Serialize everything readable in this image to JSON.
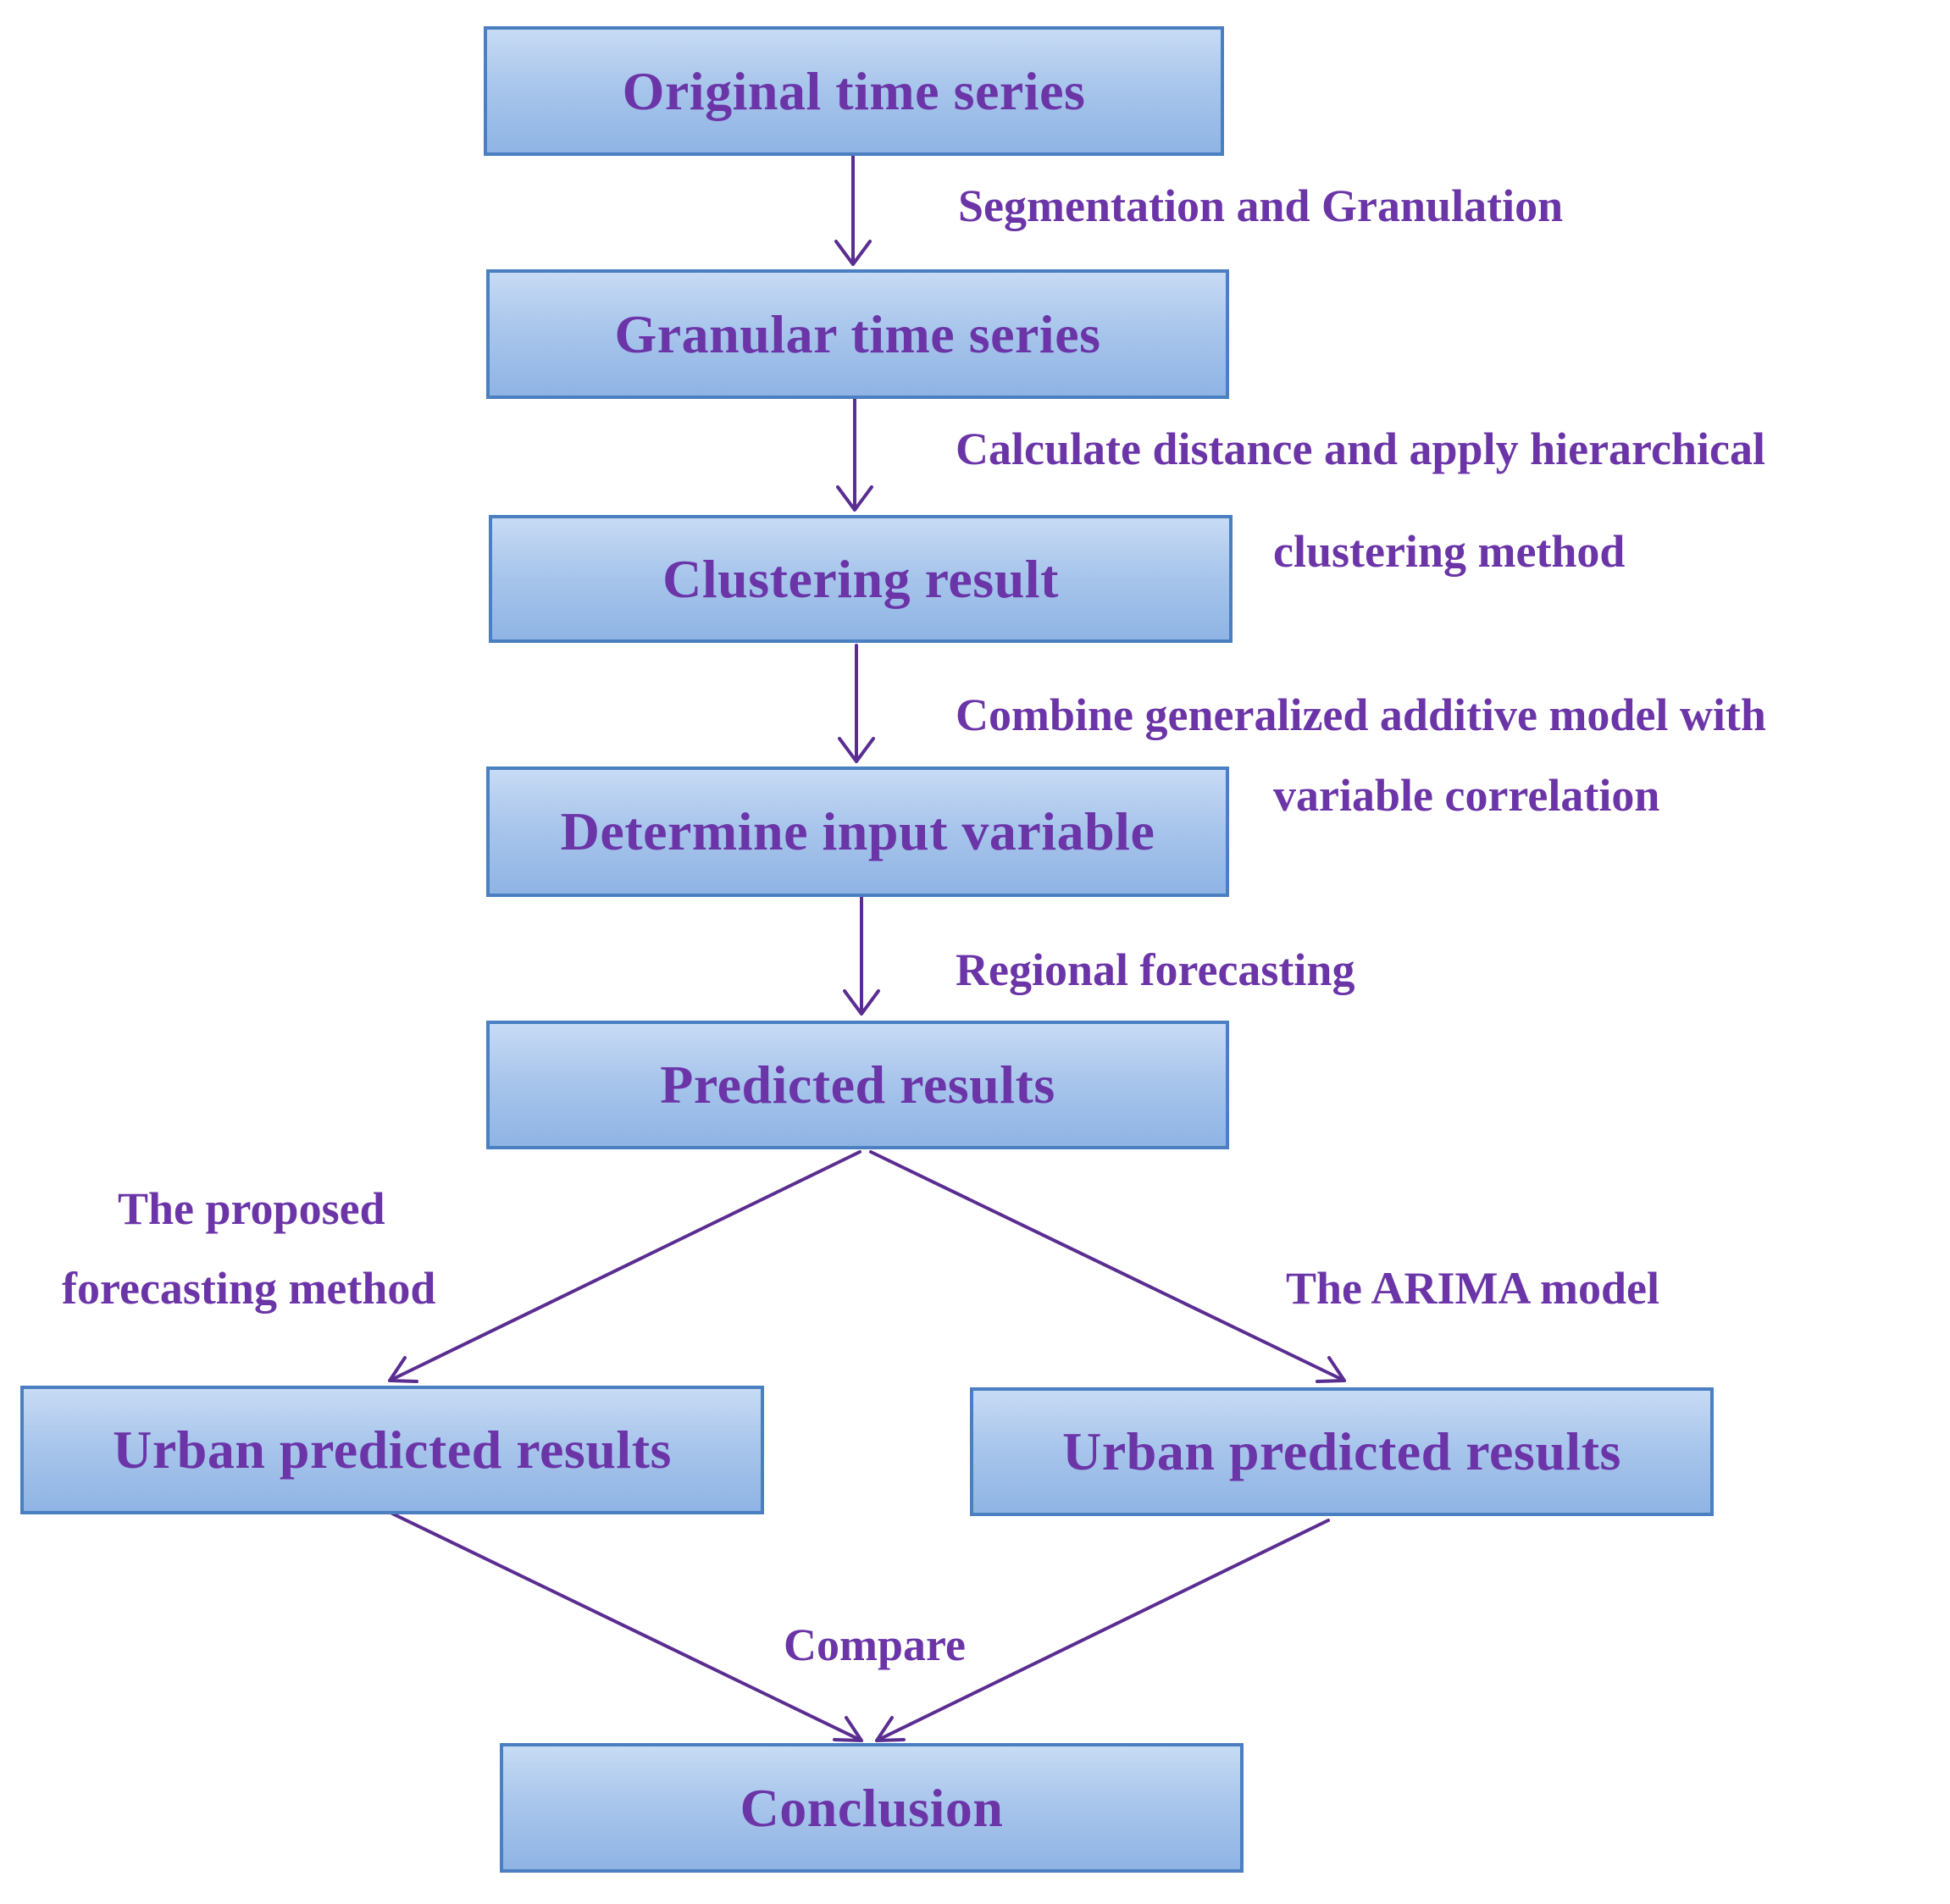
{
  "nodes": {
    "original": "Original time series",
    "granular": "Granular time series",
    "clustering": "Clustering result",
    "determine": "Determine input variable",
    "predicted": "Predicted results",
    "urban_left": "Urban predicted results",
    "urban_right": "Urban predicted results",
    "conclusion": "Conclusion"
  },
  "edge_labels": {
    "segmentation": "Segmentation and Granulation",
    "calc_line1": "Calculate distance and apply hierarchical",
    "calc_line2": "clustering method",
    "combine_line1": "Combine generalized additive model with",
    "combine_line2": "variable correlation",
    "regional": "Regional forecasting",
    "proposed_line1": "The proposed",
    "proposed_line2": "forecasting method",
    "arima": "The ARIMA model",
    "compare": "Compare"
  },
  "colors": {
    "text": "#6b35a8",
    "arrow": "#5a2d91",
    "box_border": "#4a7fc2",
    "box_fill": "#a9c6ec"
  }
}
